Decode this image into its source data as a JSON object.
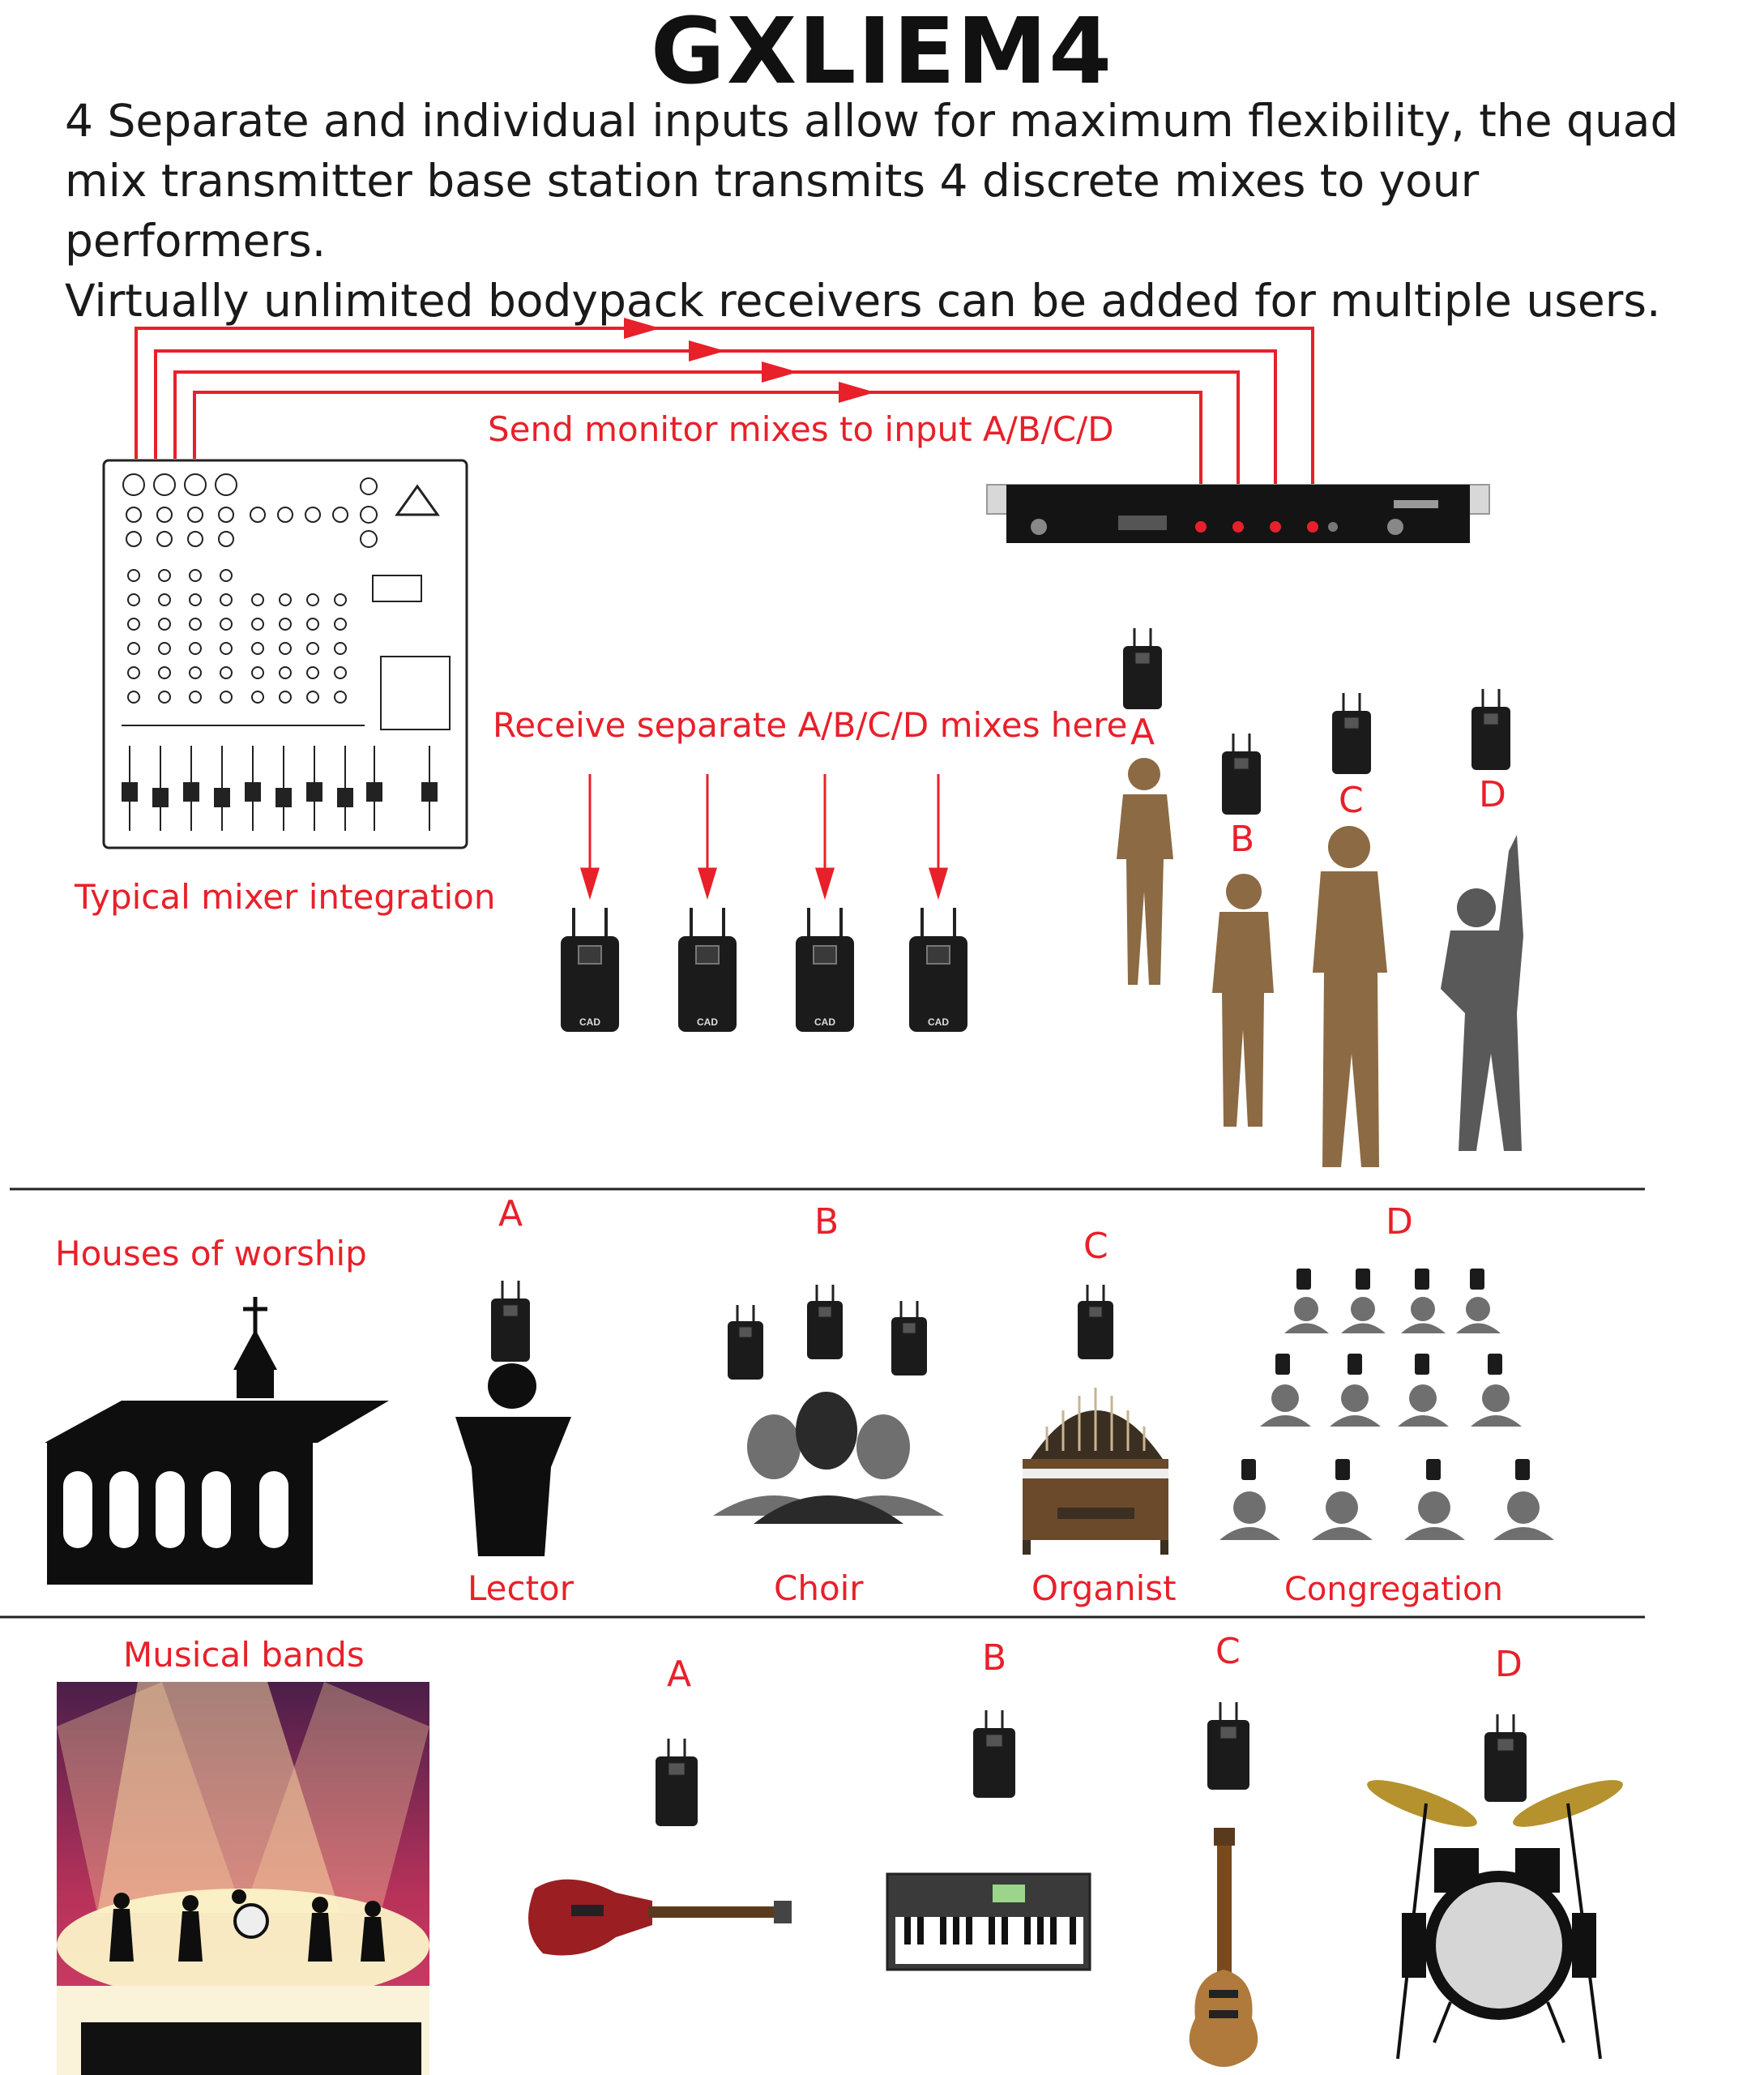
{
  "title": "GXLIEM4",
  "intro": [
    "4 Separate and individual inputs allow for maximum flexibility, the quad",
    "mix transmitter base station transmits 4 discrete mixes to your performers.",
    "Virtually unlimited  bodypack receivers can be added for multiple users."
  ],
  "integration": {
    "send_label": "Send monitor mixes to input A/B/C/D",
    "receive_label": "Receive separate A/B/C/D mixes here",
    "mixer_label": "Typical mixer integration",
    "performer_letters": [
      "A",
      "B",
      "C",
      "D"
    ]
  },
  "worship": {
    "heading": "Houses of worship",
    "letters": [
      "A",
      "B",
      "C",
      "D"
    ],
    "captions": [
      "Lector",
      "Choir",
      "Organist",
      "Congregation"
    ]
  },
  "bands": {
    "heading": "Musical bands",
    "letters": [
      "A",
      "B",
      "C",
      "D"
    ]
  },
  "brand_mark": "CAD",
  "colors": {
    "accent": "#e8202a",
    "rule": "#222222",
    "silhouette": "#8b6a44"
  }
}
